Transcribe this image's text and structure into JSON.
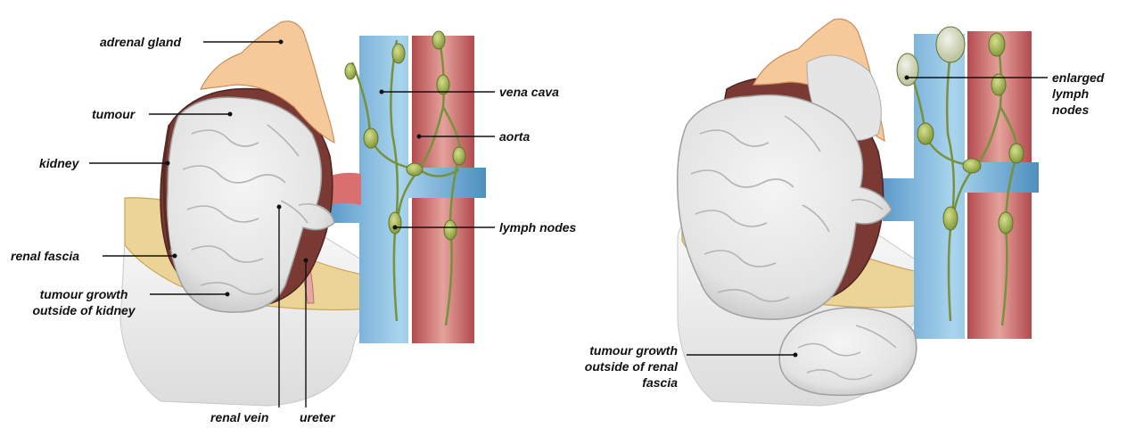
{
  "left_panel": {
    "labels": {
      "adrenal_gland": "adrenal gland",
      "tumour": "tumour",
      "kidney": "kidney",
      "renal_fascia": "renal fascia",
      "tumour_growth_outside_kidney": "tumour growth\noutside of kidney",
      "vena_cava": "vena cava",
      "aorta": "aorta",
      "lymph_nodes": "lymph nodes",
      "renal_vein": "renal vein",
      "ureter": "ureter"
    }
  },
  "right_panel": {
    "labels": {
      "enlarged_lymph_nodes": "enlarged\nlymph\nnodes",
      "tumour_growth_outside_fascia": "tumour growth\noutside of renal\nfascia"
    }
  },
  "colors": {
    "fat": "#f4e2b8",
    "fascia": "#e9cf8e",
    "fascia_line": "#c9a65a",
    "adrenal": "#f6c99a",
    "kidney": "#7a3a33",
    "tumour": "#e7e8e7",
    "tumour_fold": "#bfc1c0",
    "vena_cava": "#8ec3e2",
    "vena_cava_dark": "#4d8fbf",
    "aorta": "#c95e5e",
    "aorta_light": "#e39a95",
    "lymph_node": "#9fb04a",
    "lymph_vessel": "#77923a",
    "ureter": "#e6a8a0"
  }
}
